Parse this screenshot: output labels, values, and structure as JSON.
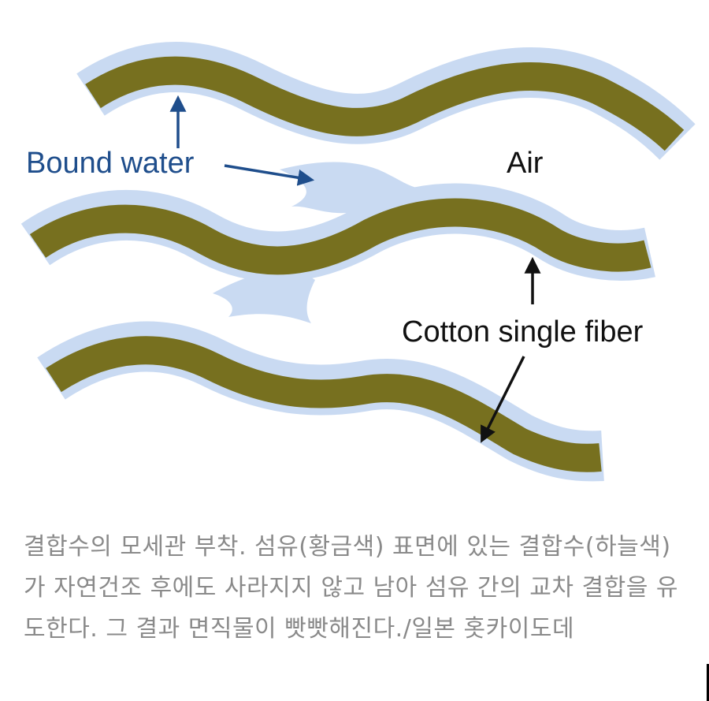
{
  "diagram": {
    "labels": {
      "bound_water": "Bound water",
      "air": "Air",
      "cotton_fiber": "Cotton single fiber"
    },
    "colors": {
      "fiber": "#77701f",
      "bound_water": "#c9daf2",
      "blue_label": "#1f4e8c",
      "black_label": "#111111"
    }
  },
  "caption": "결합수의 모세관 부착. 섬유(황금색) 표면에 있는 결합수(하늘색)가 자연건조 후에도 사라지지 않고 남아 섬유 간의 교차 결합을 유도한다. 그 결과 면직물이 빳빳해진다./일본 홋카이도데"
}
